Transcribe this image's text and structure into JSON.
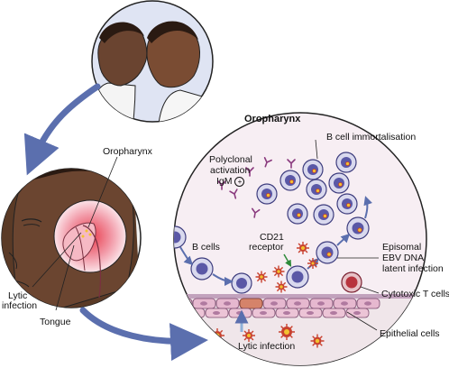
{
  "labels": {
    "oropharynx_head": "Oropharynx",
    "oropharynx_title": "Oropharynx",
    "lytic_infection_left_1": "Lytic",
    "lytic_infection_left_2": "infection",
    "tongue": "Tongue",
    "polyclonal_1": "Polyclonal",
    "polyclonal_2": "activation",
    "igm": "IgM",
    "b_cell_immortalisation": "B cell immortalisation",
    "b_cells": "B cells",
    "cd21_1": "CD21",
    "cd21_2": "receptor",
    "episomal_1": "Episomal",
    "episomal_2": "EBV DNA",
    "episomal_3": "latent infection",
    "cytotoxic_t_cells": "Cytotoxic T cells",
    "lytic_infection_bottom": "Lytic infection",
    "epithelial_cells": "Epithelial cells"
  },
  "colors": {
    "arrow_blue": "#5b6fae",
    "circle_fill": "#f6ecf1",
    "cell_fill": "#d9d9ee",
    "cell_nucleus": "#5a58a6",
    "virus_red": "#c8402e",
    "virus_yellow": "#f2c230",
    "t_cell_red": "#b8343e",
    "epithelium_pink": "#e6b8cf",
    "antibody_purple": "#8a3a7e",
    "throat_pink": "#ec8f9f",
    "skin_dark": "#5a3a26"
  }
}
